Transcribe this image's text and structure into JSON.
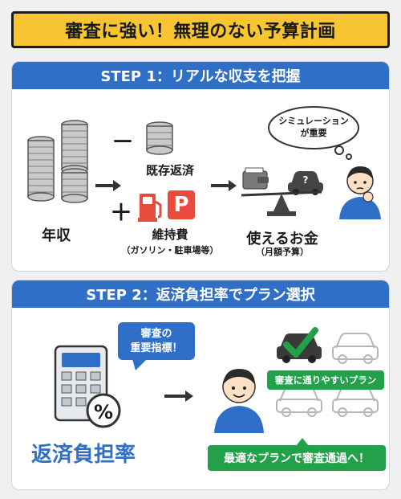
{
  "title": "審査に強い！無理のない予算計画",
  "step1": {
    "heading": "STEP 1：リアルな収支を把握",
    "minus_sign": "－",
    "plus_sign": "＋",
    "income_label": "年収",
    "existing_repay_label": "既存返済",
    "maintenance_label": "維持費",
    "maintenance_sub": "（ガソリン・駐車場等）",
    "usable_label": "使えるお金",
    "usable_sub": "（月額予算）",
    "thought_line1": "シミュレーション",
    "thought_line2": "が重要",
    "parking_letter": "P"
  },
  "step2": {
    "heading": "STEP 2：返済負担率でプラン選択",
    "bubble_line1": "審査の",
    "bubble_line2": "重要指標！",
    "ratio_label": "返済負担率",
    "percent_symbol": "%",
    "easy_plan_label": "審査に通りやすいプラン",
    "best_plan_label": "最適なプランで審査通過へ！"
  },
  "colors": {
    "title_bg": "#f6c531",
    "step_head": "#2f6fc8",
    "accent_green": "#22a04a",
    "danger_red": "#e84a3c"
  }
}
